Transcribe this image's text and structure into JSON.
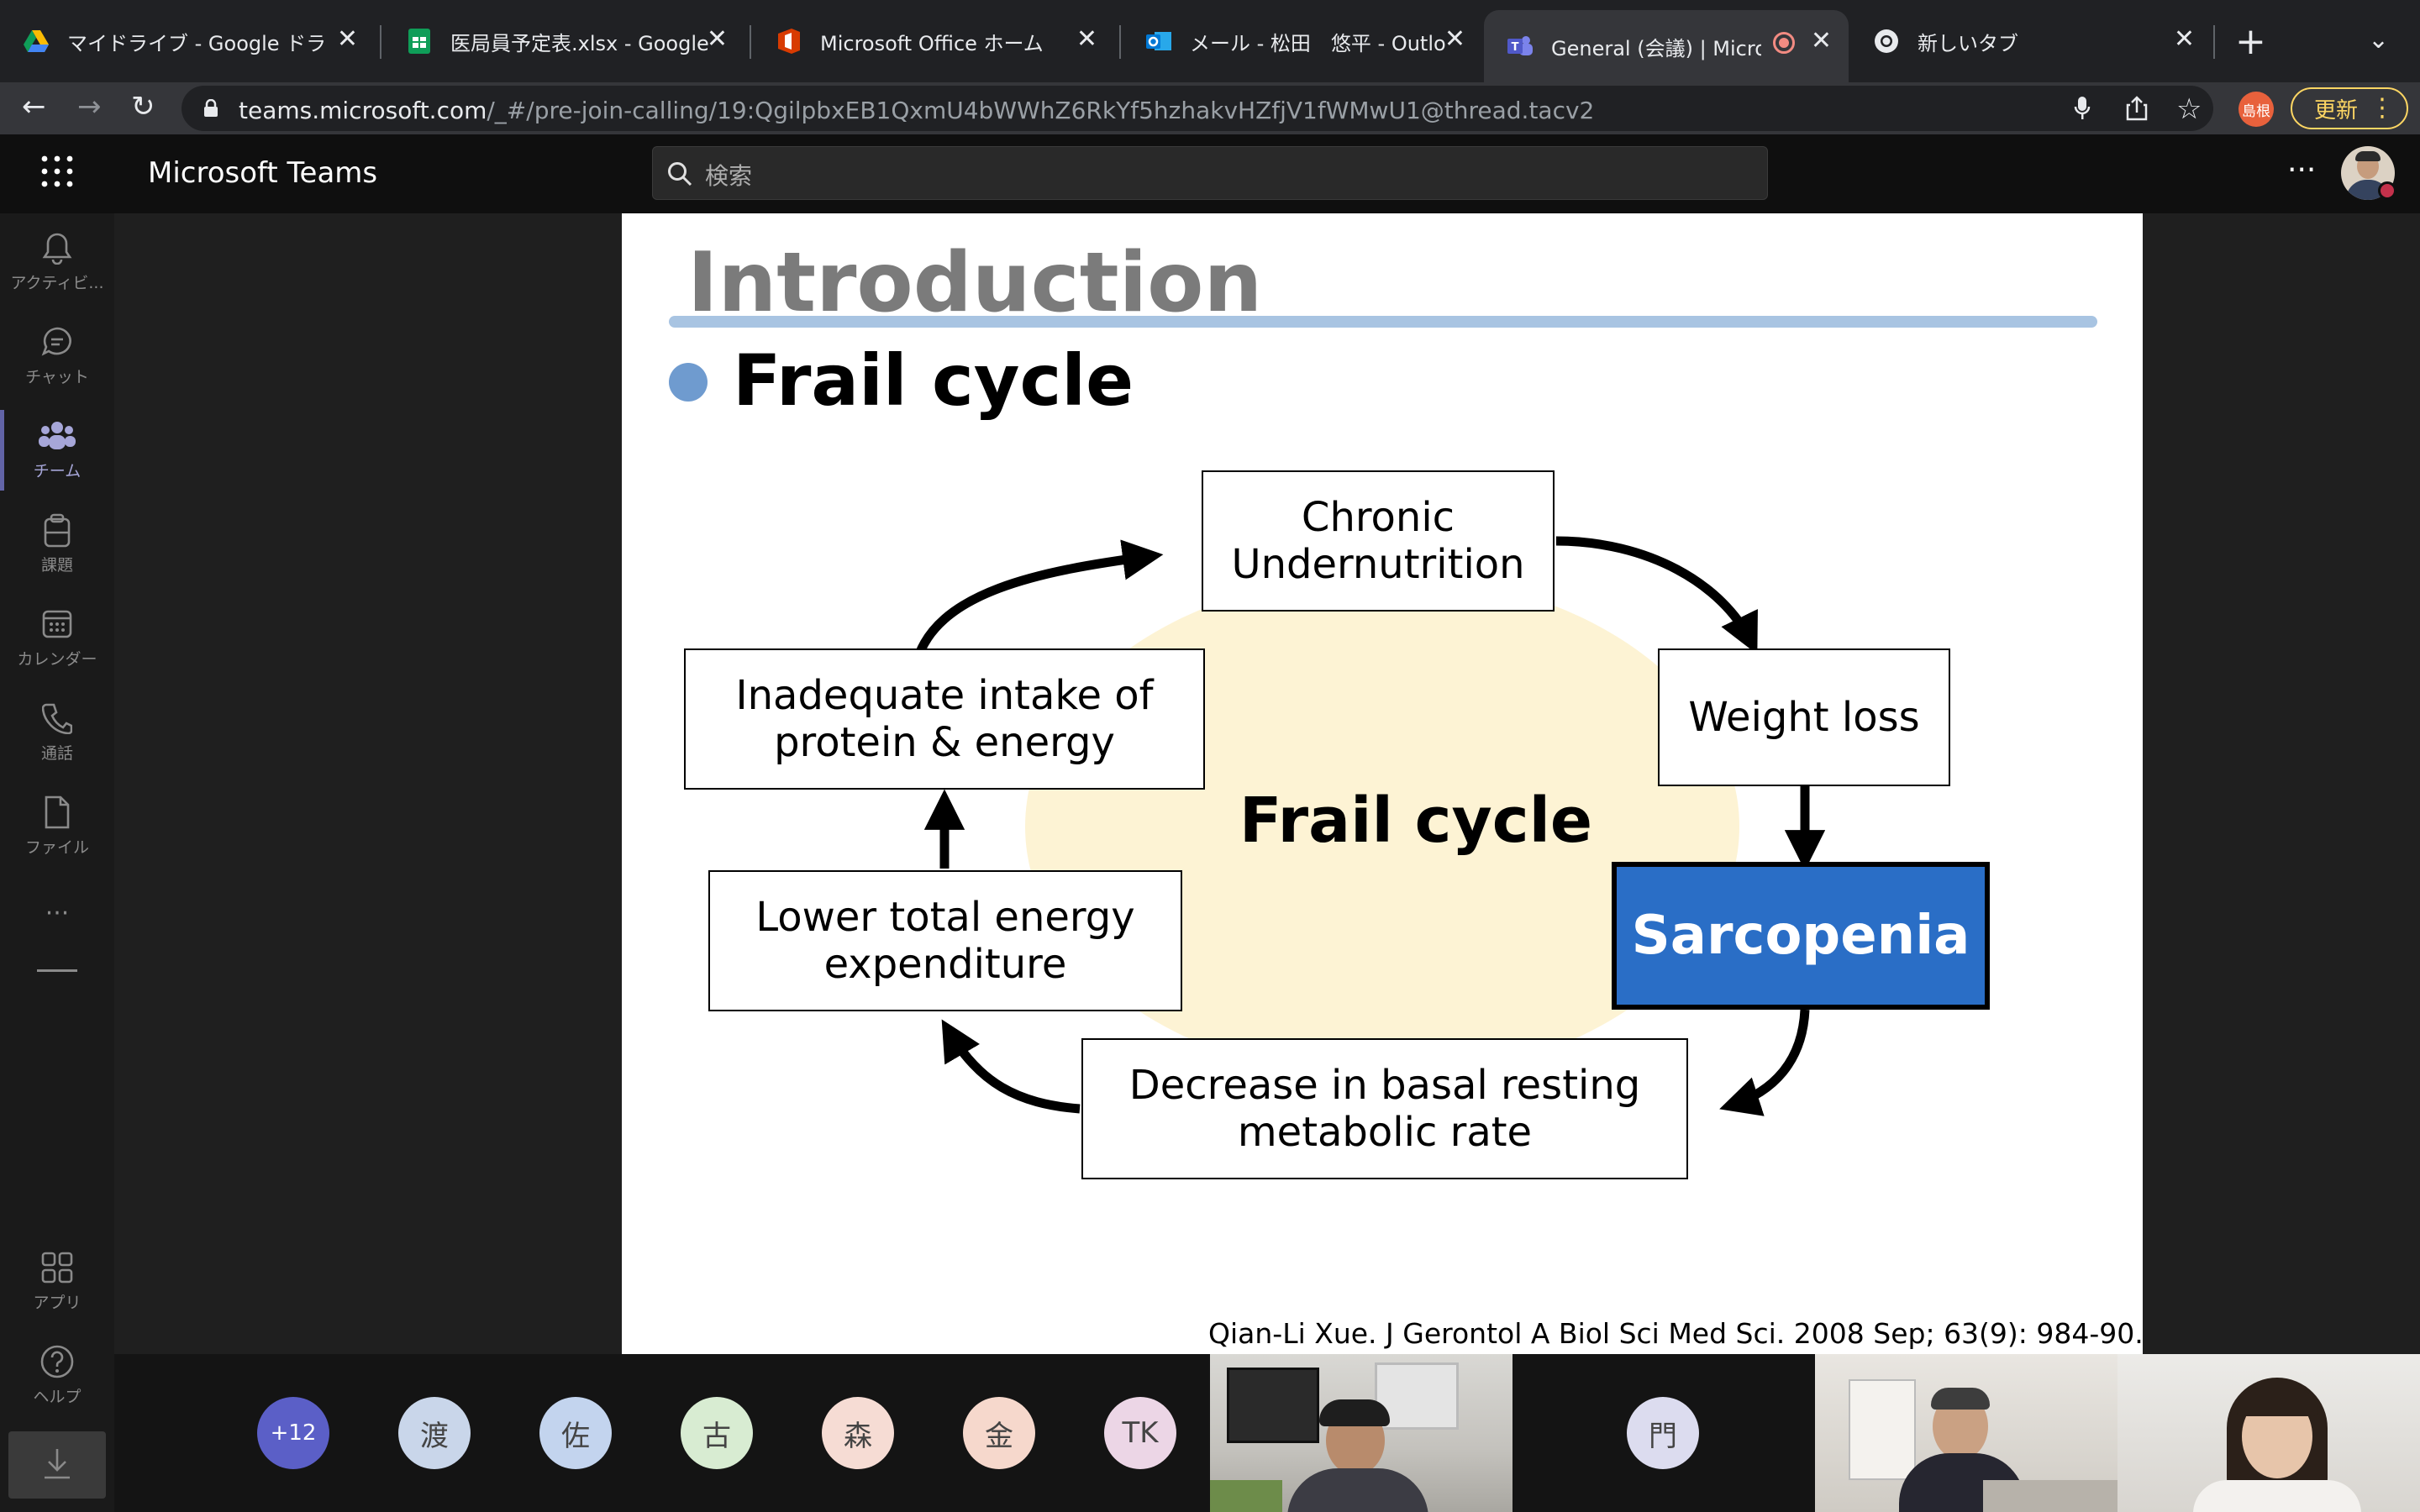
{
  "browser": {
    "tabs": [
      {
        "title": "マイドライブ - Google ドラ",
        "icon": "google-drive-icon"
      },
      {
        "title": "医局員予定表.xlsx - Google",
        "icon": "google-sheets-icon"
      },
      {
        "title": "Microsoft Office ホーム",
        "icon": "office-icon"
      },
      {
        "title": "メール - 松田　悠平 - Outlo",
        "icon": "outlook-icon"
      },
      {
        "title": "General (会議) | Micros",
        "icon": "teams-icon",
        "active": true
      },
      {
        "title": "新しいタブ",
        "icon": "chrome-icon"
      }
    ],
    "new_tab": "+",
    "url_host": "teams.microsoft.com",
    "url_path": "/_#/pre-join-calling/19:QgilpbxEB1QxmU4bWWhZ6RkYf5hzhakvHZfjV1fWMwU1@thread.tacv2",
    "profile_badge": "島根",
    "update_label": "更新"
  },
  "teams": {
    "app_name": "Microsoft Teams",
    "search_placeholder": "検索",
    "more": "···",
    "rail": [
      {
        "label": "アクティビ...",
        "icon": "bell-icon"
      },
      {
        "label": "チャット",
        "icon": "chat-icon"
      },
      {
        "label": "チーム",
        "icon": "teams-people-icon",
        "active": true
      },
      {
        "label": "課題",
        "icon": "assignments-icon"
      },
      {
        "label": "カレンダー",
        "icon": "calendar-icon"
      },
      {
        "label": "通話",
        "icon": "phone-icon"
      },
      {
        "label": "ファイル",
        "icon": "file-icon"
      }
    ],
    "rail_more": "···",
    "rail_bottom": [
      {
        "label": "アプリ",
        "icon": "apps-icon"
      },
      {
        "label": "ヘルプ",
        "icon": "help-icon"
      }
    ]
  },
  "slide": {
    "title": "Introduction",
    "bullet": "Frail cycle",
    "center_label": "Frail cycle",
    "boxes": {
      "chronic": "Chronic Undernutrition",
      "weight": "Weight loss",
      "sarcopenia": "Sarcopenia",
      "decrease": "Decrease in basal resting metabolic rate",
      "lower": "Lower total energy expenditure",
      "inadequate": "Inadequate intake of protein & energy"
    },
    "citation": "Qian-Li Xue. J Gerontol A Biol Sci Med Sci. 2008 Sep; 63(9): 984-90."
  },
  "participants": {
    "overflow": "+12",
    "avatars": [
      "渡",
      "佐",
      "古",
      "森",
      "金",
      "TK",
      "門"
    ],
    "colors": [
      "#5b5fc7",
      "#c9d6ea",
      "#c3d4ee",
      "#d8ecd2",
      "#f6dcd4",
      "#f6d8cc",
      "#ecd6e6",
      "#dcdcef"
    ]
  }
}
